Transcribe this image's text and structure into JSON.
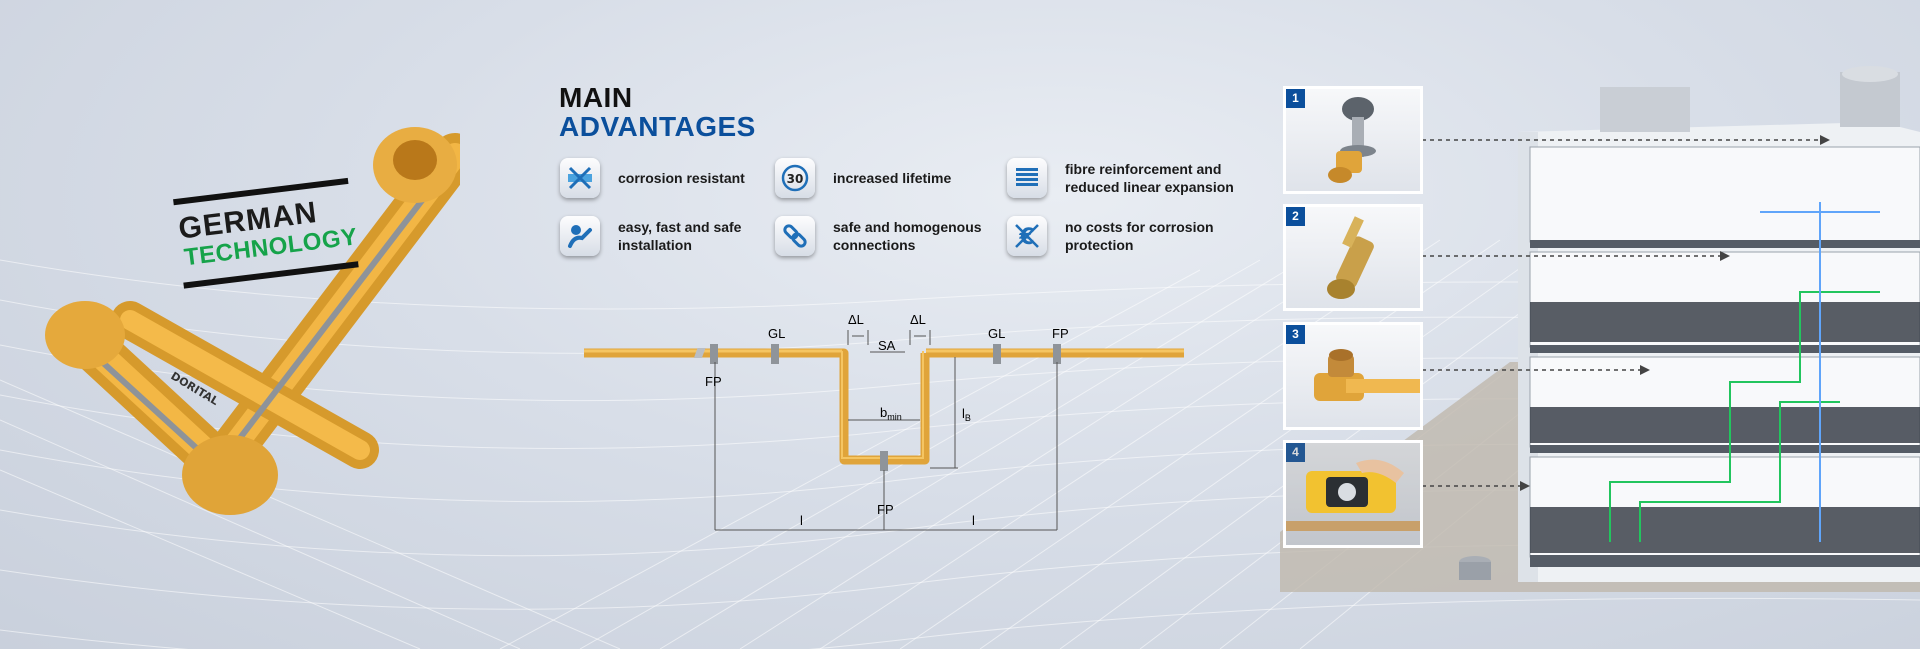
{
  "badge": {
    "line1": "GERMAN",
    "line2": "TECHNOLOGY",
    "accent": "#16a34a"
  },
  "headline": {
    "line1": "MAIN",
    "line2": "ADVANTAGES",
    "accent": "#0b4f9c"
  },
  "advantages": [
    {
      "icon": "corrosion-resistant-icon",
      "label": "corrosion resistant"
    },
    {
      "icon": "lifetime-30-icon",
      "badge": "30",
      "label": "increased lifetime"
    },
    {
      "icon": "fibre-layers-icon",
      "label": "fibre reinforcement and reduced linear expansion"
    },
    {
      "icon": "installation-wrench-icon",
      "label": "easy, fast and safe installation"
    },
    {
      "icon": "connection-links-icon",
      "label": "safe and homogenous connections"
    },
    {
      "icon": "no-euro-icon",
      "label": "no costs for corrosion protection"
    }
  ],
  "pipe_brand": "DORITAL",
  "diagram": {
    "fp_left": "FP",
    "gl_left": "GL",
    "delta_left": "ΔL",
    "delta_right": "ΔL",
    "sa": "SA",
    "gl_right": "GL",
    "fp_right": "FP",
    "bmin": "b",
    "bmin_sub": "min",
    "lb": "l",
    "lb_sub": "B",
    "fp_bottom": "FP",
    "l_left": "l",
    "l_right": "l"
  },
  "panels": [
    {
      "num": "1",
      "icon": "mixer-tap-icon"
    },
    {
      "num": "2",
      "icon": "brass-fitting-icon"
    },
    {
      "num": "3",
      "icon": "tee-fitting-icon"
    },
    {
      "num": "4",
      "icon": "welding-tool-icon"
    }
  ]
}
